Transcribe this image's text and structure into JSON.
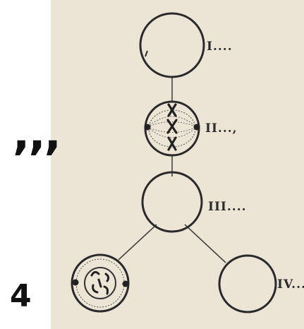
{
  "marks": {
    "commas": ",,,",
    "number": "4"
  },
  "stages": [
    {
      "label": "I...."
    },
    {
      "label": "II...,"
    },
    {
      "label": "III...."
    },
    {
      "label": "IV..."
    }
  ],
  "colors": {
    "paper": "#ece5d6",
    "ink": "#2b2b2b",
    "marks": "#111111"
  }
}
